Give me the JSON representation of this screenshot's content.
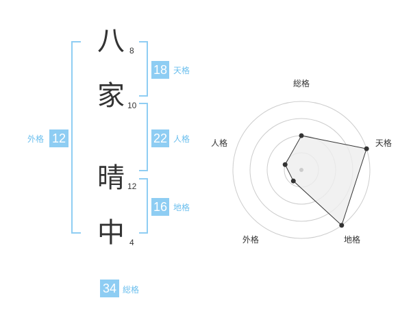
{
  "name": {
    "chars": [
      {
        "char": "八",
        "strokes": "8"
      },
      {
        "char": "家",
        "strokes": "10"
      },
      {
        "char": "晴",
        "strokes": "12"
      },
      {
        "char": "中",
        "strokes": "4"
      }
    ]
  },
  "kaku": {
    "tenkaku": {
      "value": "18",
      "label": "天格"
    },
    "jinkaku": {
      "value": "22",
      "label": "人格"
    },
    "chikaku": {
      "value": "16",
      "label": "地格"
    },
    "gaikaku": {
      "value": "12",
      "label": "外格"
    },
    "soukaku": {
      "value": "34",
      "label": "総格"
    }
  },
  "colors": {
    "accent": "#8ecdf3",
    "accent_text": "#6bbfee",
    "radar_fill": "#eeeeee",
    "radar_stroke": "#333333"
  },
  "chart_data": {
    "type": "radar",
    "axes": [
      "総格",
      "天格",
      "地格",
      "外格",
      "人格"
    ],
    "values": [
      0.5,
      1.0,
      1.0,
      0.2,
      0.25
    ],
    "rings": 4,
    "range": [
      0,
      1
    ]
  }
}
